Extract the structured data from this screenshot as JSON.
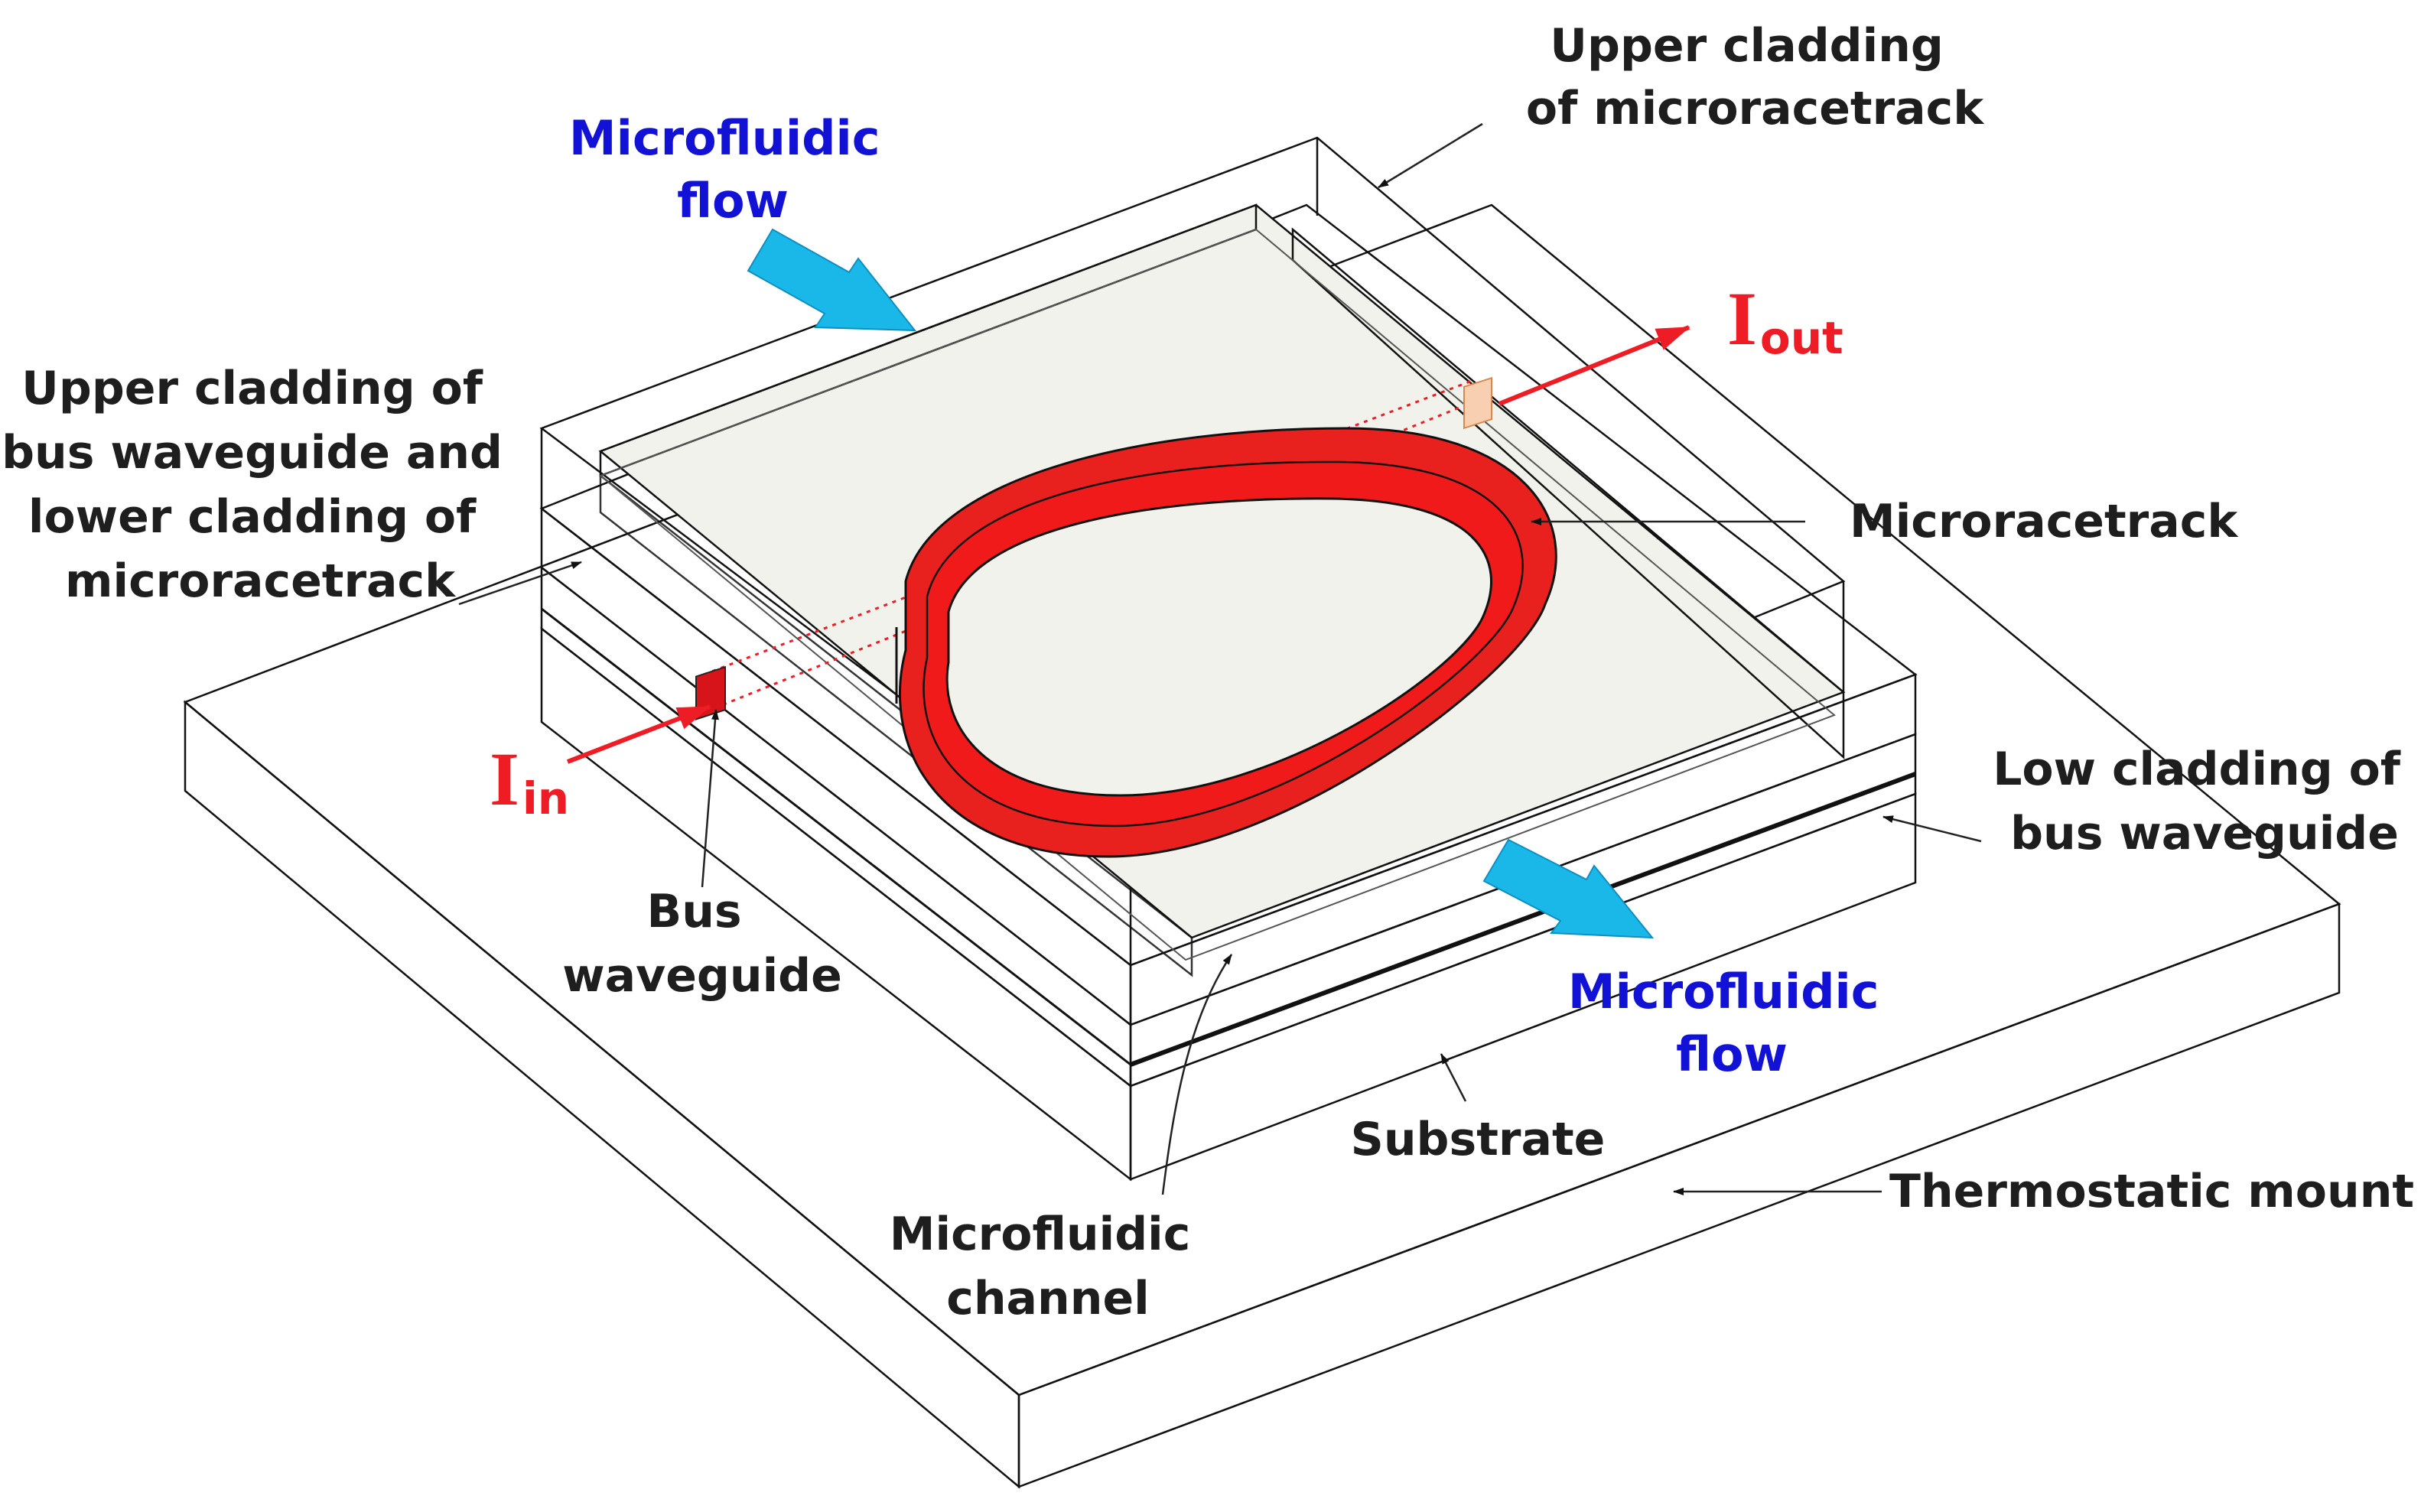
{
  "labels": {
    "upper_cladding_microracetrack_line1": "Upper cladding",
    "upper_cladding_microracetrack_line2": "of microracetrack",
    "microfluidic_flow_top_line1": "Microfluidic",
    "microfluidic_flow_top_line2": "flow",
    "i_out_main": "I",
    "i_out_sub": "out",
    "upper_cladding_bus_line1": "Upper cladding of",
    "upper_cladding_bus_line2": "bus waveguide and",
    "upper_cladding_bus_line3": "lower cladding of",
    "upper_cladding_bus_line4": "microracetrack",
    "microracetrack": "Microracetrack",
    "low_cladding_line1": "Low cladding of",
    "low_cladding_line2": "bus waveguide",
    "i_in_main": "I",
    "i_in_sub": "in",
    "bus_waveguide_line1": "Bus",
    "bus_waveguide_line2": "waveguide",
    "microfluidic_flow_bottom_line1": "Microfluidic",
    "microfluidic_flow_bottom_line2": "flow",
    "substrate": "Substrate",
    "thermostatic_mount": "Thermostatic mount",
    "microfluidic_channel_line1": "Microfluidic",
    "microfluidic_channel_line2": "channel"
  },
  "colors": {
    "label_text": "#1e1e1e",
    "flow_text": "#1212d6",
    "light_signal": "#ee1c24",
    "flow_arrow": "#1ab8e8",
    "mount_side": "#f7b7bc",
    "substrate_side": "#aaa3d0",
    "cladding_fill": "#f2f2ec",
    "racetrack": "#f01a1a"
  }
}
